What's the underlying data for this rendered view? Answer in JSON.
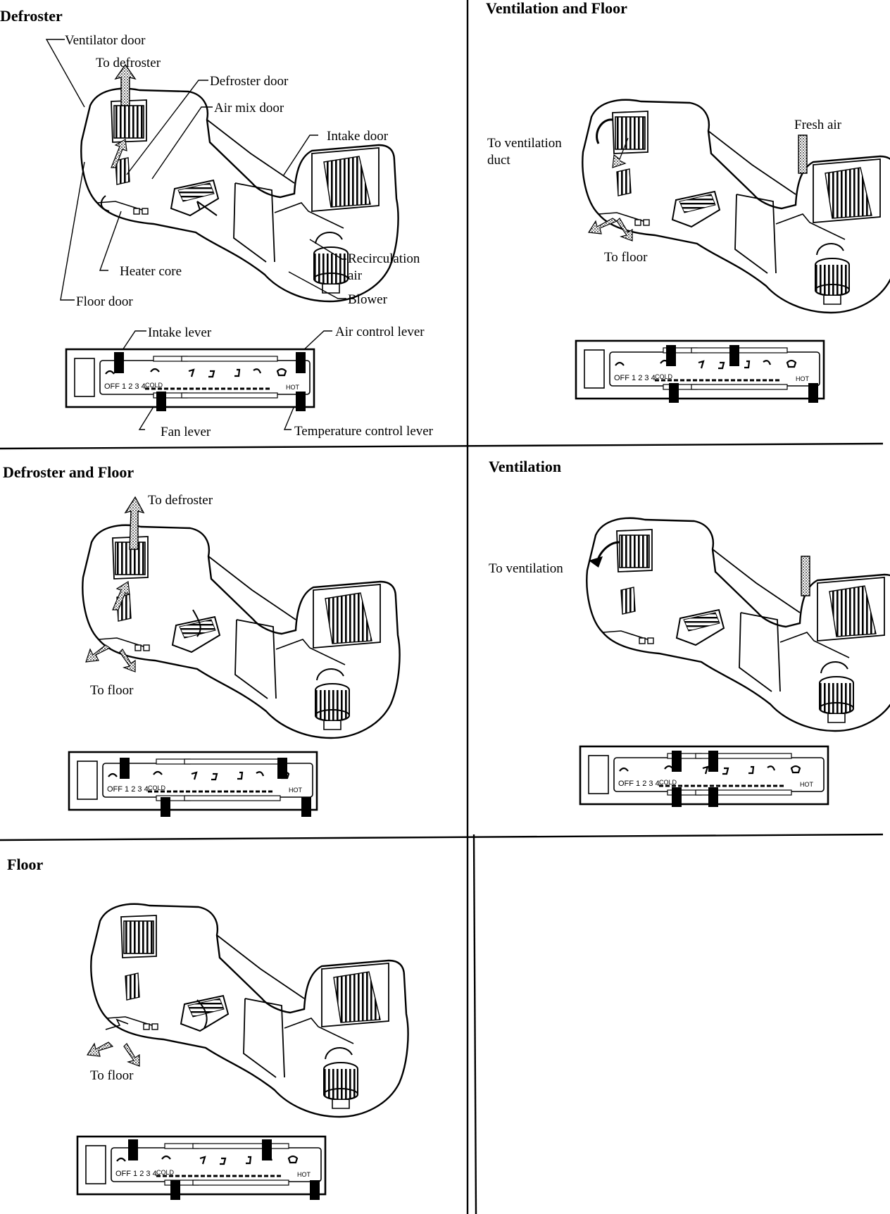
{
  "sections": {
    "defroster": {
      "title": "Defroster",
      "labels": {
        "ventilator_door": "Ventilator door",
        "to_defroster": "To defroster",
        "defroster_door": "Defroster door",
        "air_mix_door": "Air mix door",
        "intake_door": "Intake door",
        "recirculation_air_1": "Recirculation",
        "recirculation_air_2": "air",
        "heater_core": "Heater core",
        "blower": "Blower",
        "floor_door": "Floor door",
        "intake_lever": "Intake lever",
        "air_control_lever": "Air control lever",
        "fan_lever": "Fan lever",
        "temperature_control_lever": "Temperature  control lever"
      }
    },
    "ventilation_and_floor": {
      "title": "Ventilation and Floor",
      "labels": {
        "fresh_air": "Fresh air",
        "to_ventilation_duct_1": "To ventilation",
        "to_ventilation_duct_2": "duct",
        "to_floor": "To floor"
      }
    },
    "defroster_and_floor": {
      "title": "Defroster and Floor",
      "labels": {
        "to_defroster": "To defroster",
        "to_floor": "To floor"
      }
    },
    "ventilation": {
      "title": "Ventilation",
      "labels": {
        "to_ventilation": "To ventilation"
      }
    },
    "floor": {
      "title": "Floor",
      "labels": {
        "to_floor": "To floor"
      }
    }
  },
  "panel": {
    "fan_scale": "OFF 1  2  3  4",
    "cold": "COLD",
    "hot": "HOT",
    "mode_small": [
      "",
      "",
      "FACE",
      "",
      "FOOT",
      "",
      "DEF"
    ]
  },
  "colors": {
    "ink": "#000000",
    "paper": "#ffffff",
    "stipple": "#9a9a9a"
  }
}
